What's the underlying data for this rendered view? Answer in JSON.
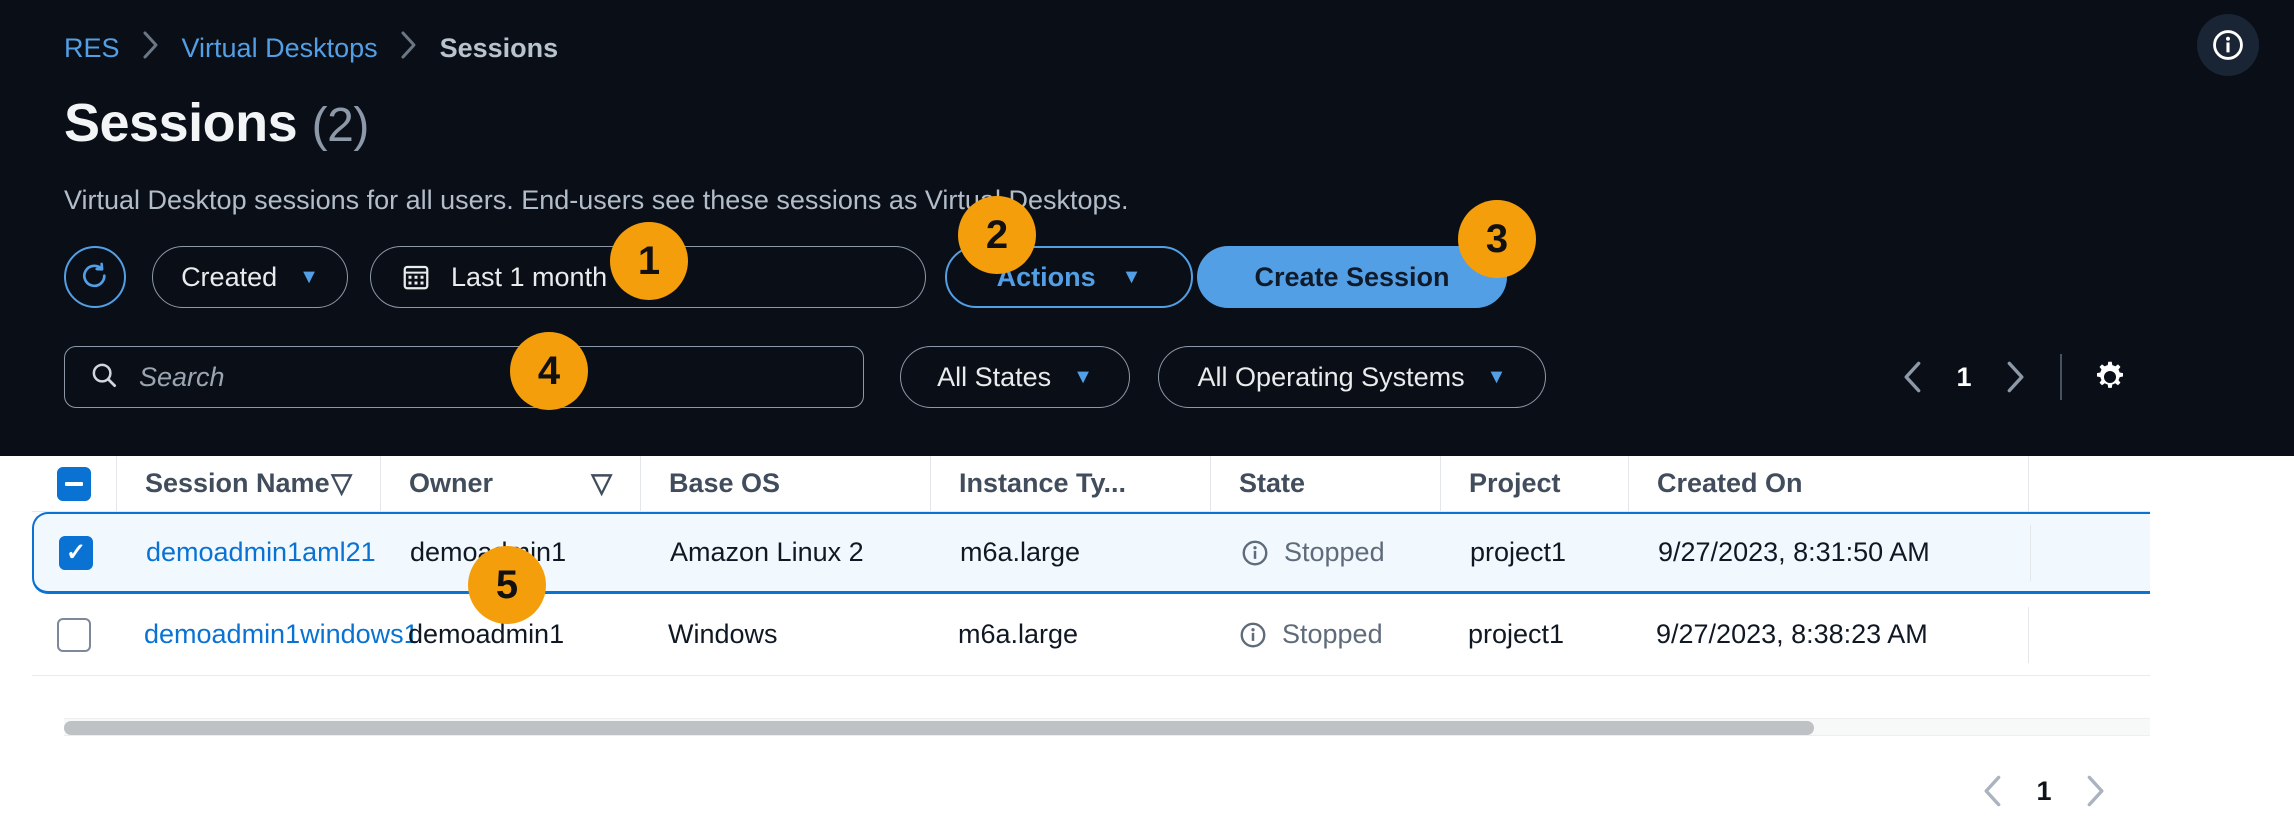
{
  "breadcrumb": {
    "items": [
      {
        "label": "RES",
        "type": "link"
      },
      {
        "label": "Virtual Desktops",
        "type": "link"
      },
      {
        "label": "Sessions",
        "type": "current"
      }
    ],
    "separator": "›"
  },
  "header": {
    "title": "Sessions",
    "count": "(2)",
    "description": "Virtual Desktop sessions for all users. End-users see these sessions as Virtual Desktops.",
    "info_icon": "info-circle-icon"
  },
  "toolbar": {
    "refresh_icon": "refresh-icon",
    "created_filter": "Created",
    "date_range": "Last 1 month",
    "calendar_icon": "calendar-icon",
    "actions_label": "Actions",
    "create_session_label": "Create Session",
    "caret": "▼"
  },
  "filters": {
    "search_placeholder": "Search",
    "search_value": "",
    "search_icon": "search-icon",
    "states_label": "All States",
    "os_label": "All Operating Systems"
  },
  "top_pagination": {
    "prev_icon": "chevron-left-icon",
    "page": "1",
    "next_icon": "chevron-right-icon",
    "settings_icon": "gear-icon"
  },
  "bottom_pagination": {
    "prev_icon": "chevron-left-icon",
    "page": "1",
    "next_icon": "chevron-right-icon"
  },
  "table": {
    "select_all_state": "indeterminate",
    "columns": [
      {
        "key": "session_name",
        "label": "Session Name",
        "sortable": true
      },
      {
        "key": "owner",
        "label": "Owner",
        "sortable": true
      },
      {
        "key": "base_os",
        "label": "Base OS",
        "sortable": false
      },
      {
        "key": "instance_type",
        "label": "Instance Ty...",
        "sortable": false
      },
      {
        "key": "state",
        "label": "State",
        "sortable": false
      },
      {
        "key": "project",
        "label": "Project",
        "sortable": false
      },
      {
        "key": "created_on",
        "label": "Created On",
        "sortable": false
      }
    ],
    "sort_icon": "▽",
    "rows": [
      {
        "selected": true,
        "session_name": "demoadmin1aml21",
        "owner": "demoadmin1",
        "base_os": "Amazon Linux 2",
        "instance_type": "m6a.large",
        "state": "Stopped",
        "state_icon": "info-icon",
        "project": "project1",
        "created_on": "9/27/2023, 8:31:50 AM"
      },
      {
        "selected": false,
        "session_name": "demoadmin1windows1",
        "owner": "demoadmin1",
        "base_os": "Windows",
        "instance_type": "m6a.large",
        "state": "Stopped",
        "state_icon": "info-icon",
        "project": "project1",
        "created_on": "9/27/2023, 8:38:23 AM"
      }
    ]
  },
  "callouts": [
    {
      "id": "1",
      "label": "1"
    },
    {
      "id": "2",
      "label": "2"
    },
    {
      "id": "3",
      "label": "3"
    },
    {
      "id": "4",
      "label": "4"
    },
    {
      "id": "5",
      "label": "5"
    }
  ],
  "colors": {
    "dark_bg": "#0a0f17",
    "accent_blue": "#539fe5",
    "link_blue": "#0972d3",
    "callout_orange": "#f59e0b"
  }
}
